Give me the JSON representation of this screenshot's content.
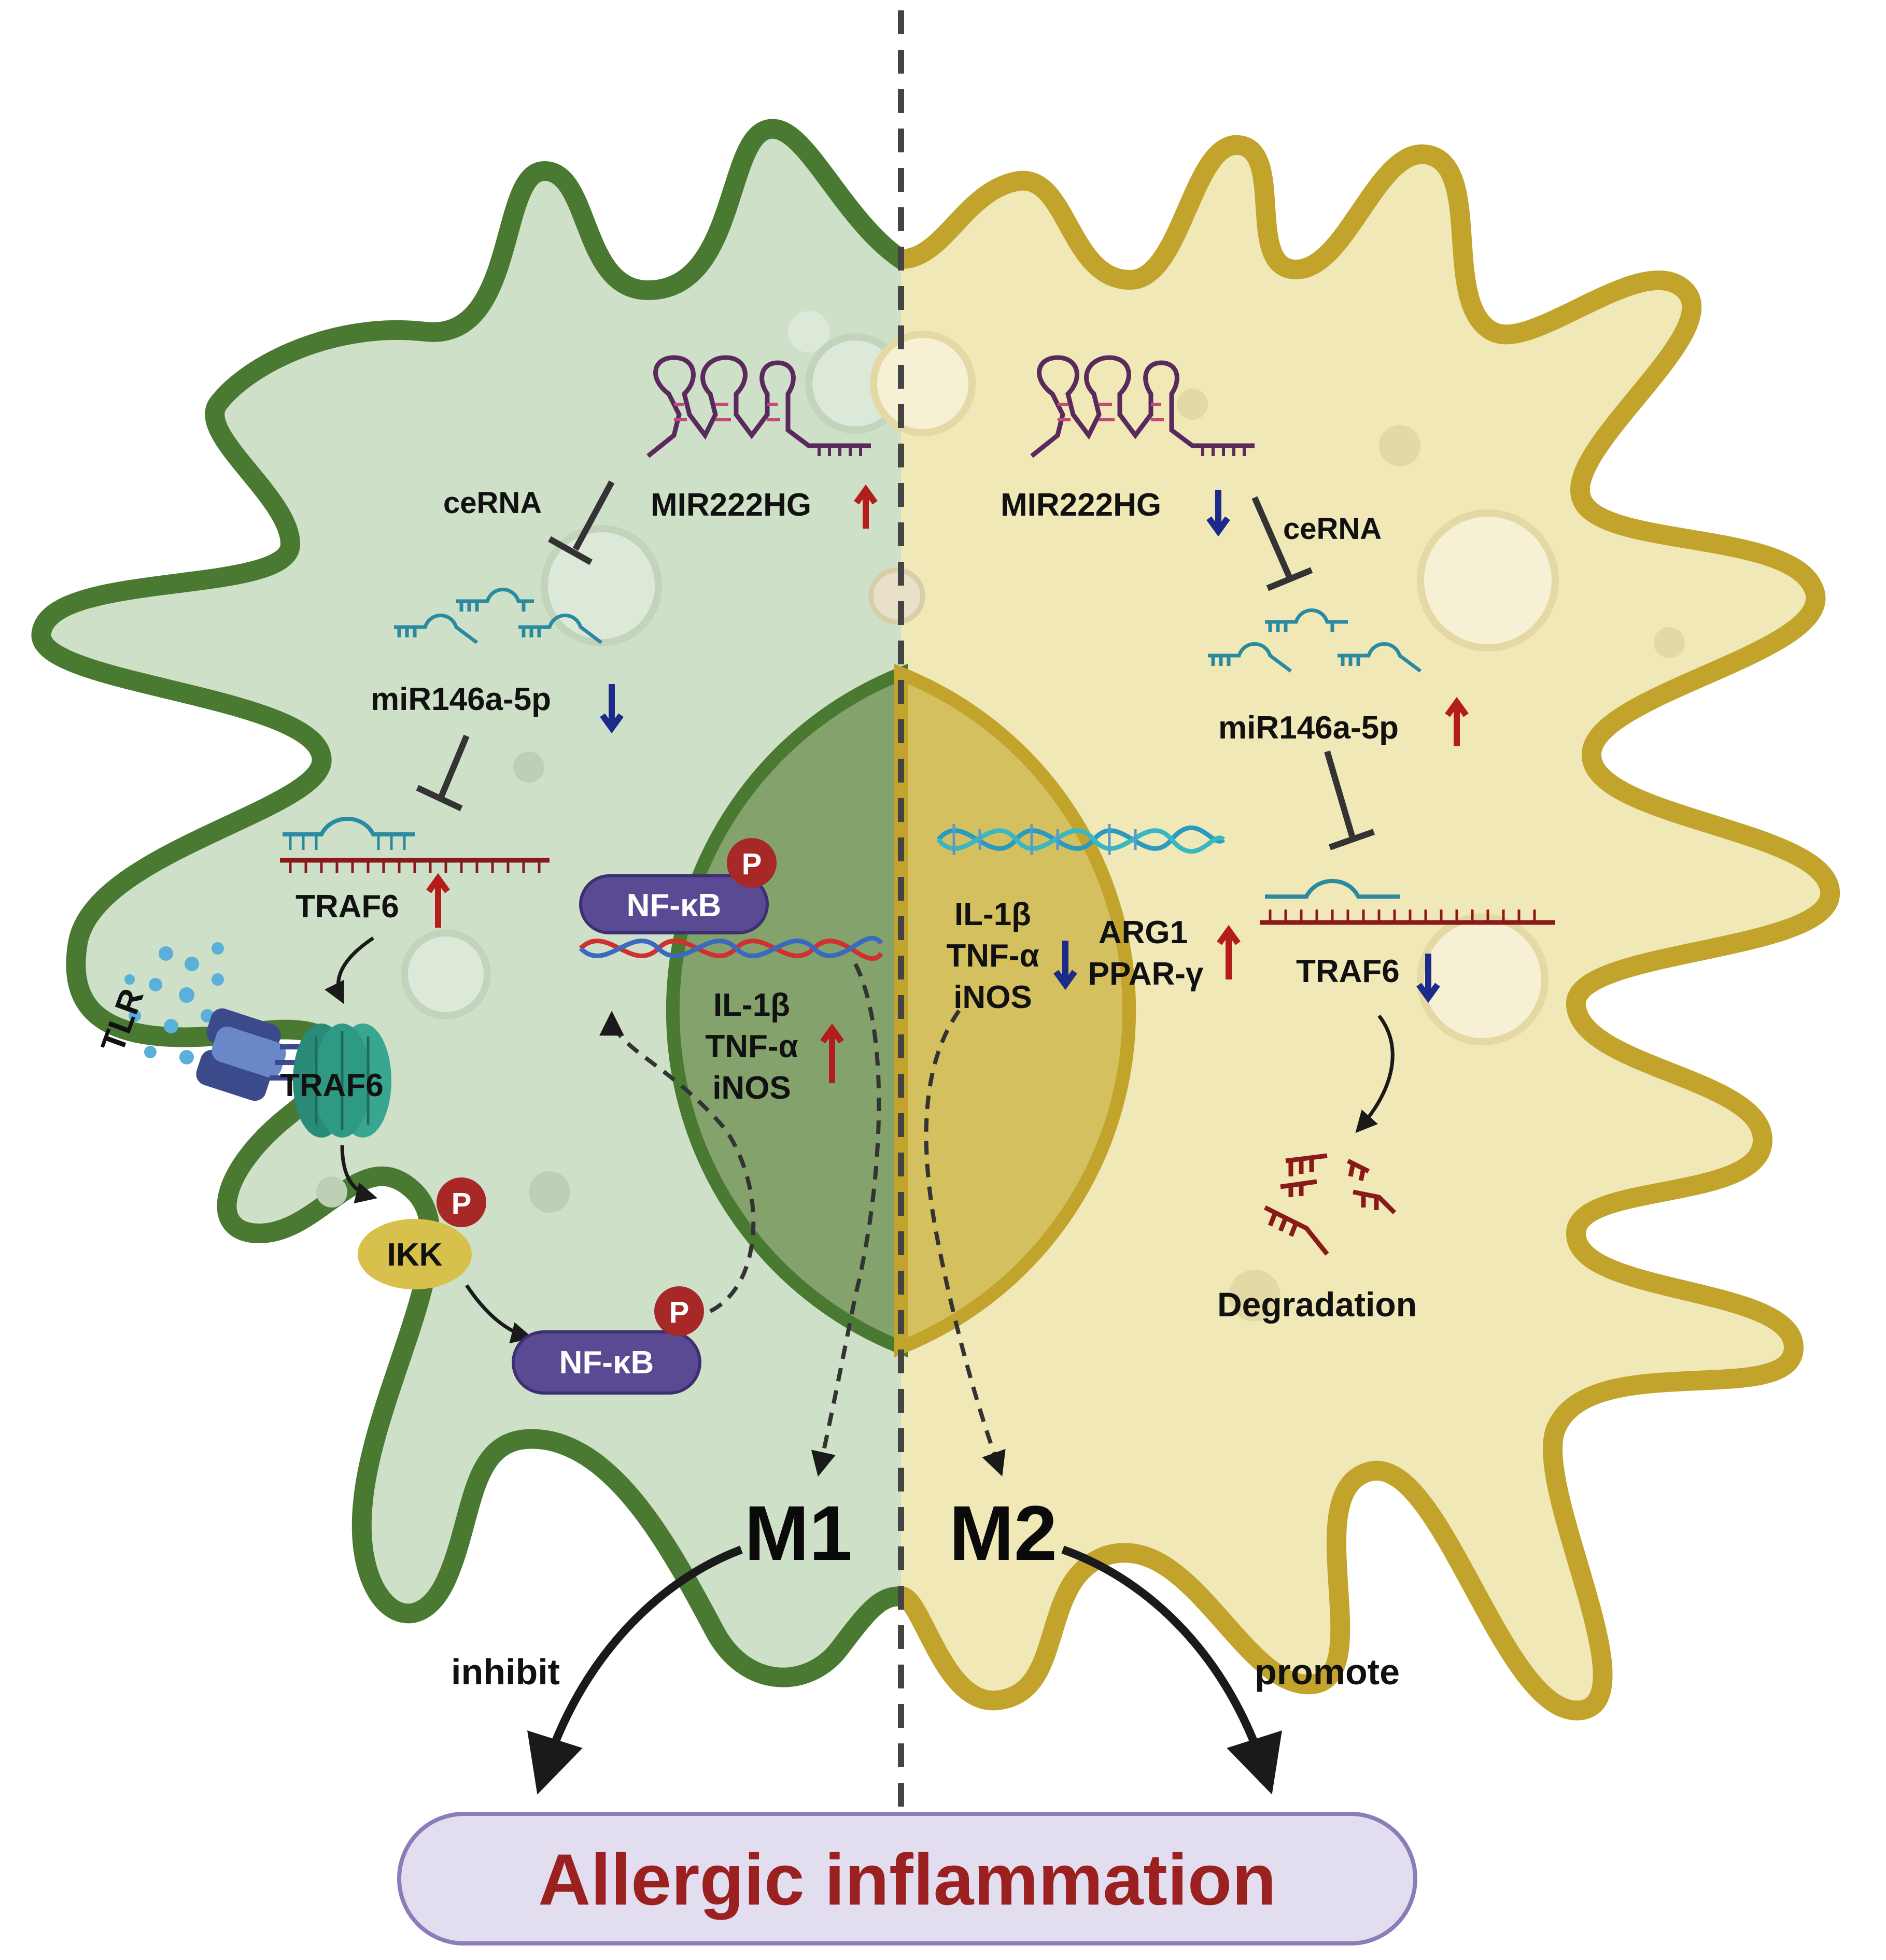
{
  "colors": {
    "m1_fill": "#cfe0c8",
    "m1_border": "#4a7a32",
    "m1_nucleus": "#84a26c",
    "m2_fill": "#f1e8b8",
    "m2_border": "#c2a42c",
    "m2_nucleus": "#d5c060",
    "up_arrow": "#b51c1c",
    "down_arrow": "#1c2a8a",
    "nfkb_pill": "#5a4a94",
    "phospho": "#a82828",
    "outcome_box": "#e2def0",
    "outcome_text": "#9b2020"
  },
  "left": {
    "mir222hg": "MIR222HG",
    "cerna": "ceRNA",
    "mir146": "miR146a-5p",
    "traf6_mrna": "TRAF6",
    "tlr": "TLR",
    "traf6_protein": "TRAF6",
    "ikk": "IKK",
    "nfkb_cyto": "NF-κB",
    "nfkb_nuc": "NF-κB",
    "phospho": "P",
    "genes": [
      "IL-1β",
      "TNF-α",
      "iNOS"
    ],
    "phenotype": "M1",
    "effect": "inhibit"
  },
  "right": {
    "mir222hg": "MIR222HG",
    "cerna": "ceRNA",
    "mir146": "miR146a-5p",
    "traf6_mrna": "TRAF6",
    "degradation": "Degradation",
    "genes_down": [
      "IL-1β",
      "TNF-α",
      "iNOS"
    ],
    "genes_up": [
      "ARG1",
      "PPAR-γ"
    ],
    "phenotype": "M2",
    "effect": "promote"
  },
  "outcome": "Allergic inflammation",
  "icons": [
    "lncrna-hairpin-icon",
    "mirna-icon",
    "mrna-icon",
    "tlr-receptor-icon",
    "traf6-trimer-icon",
    "dna-helix-icon",
    "phospho-icon",
    "degraded-rna-icon"
  ]
}
